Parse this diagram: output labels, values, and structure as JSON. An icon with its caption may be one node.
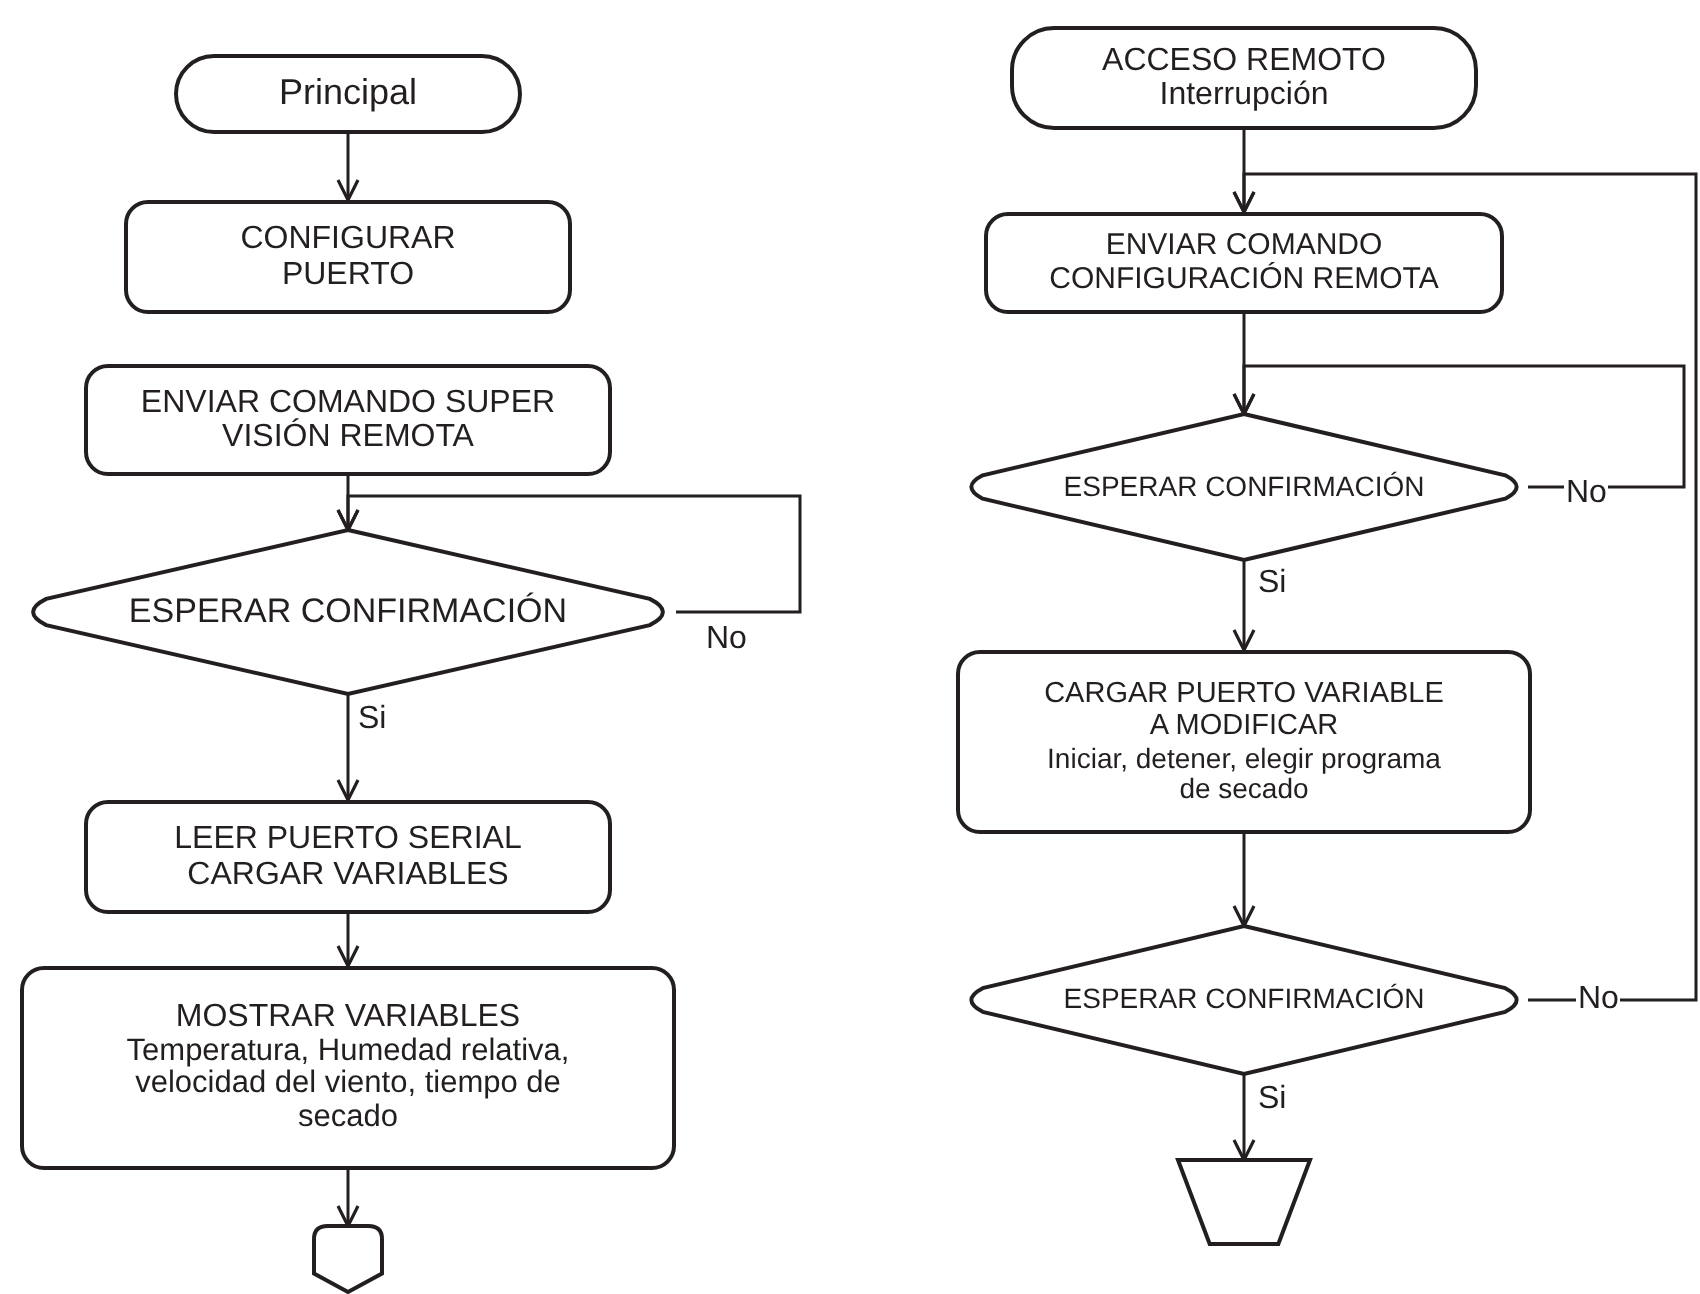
{
  "diagram": {
    "nodes": [
      {
        "text": [
          "Principal"
        ]
      },
      {
        "text": [
          "CONFIGURAR PUERTO"
        ]
      },
      {
        "text": [
          "ENVIAR COMANDO SUPER VISIÓN REMOTA"
        ]
      },
      {
        "text": [
          "ESPERAR CONFIRMACIÓN"
        ]
      },
      {
        "text": [
          "LEER PUERTO SERIAL CARGAR VARIABLES"
        ]
      },
      {
        "text": [
          "MOSTRAR VARIABLES",
          "Temperatura, Humedad relativa, velocidad del viento, tiempo de secado"
        ]
      },
      {
        "text": [],
        "shape": "pentagon"
      },
      {
        "text": [
          "ACCESO REMOTO",
          "Interrupción"
        ]
      },
      {
        "text": [
          "ENVIAR COMANDO CONFIGURACIÓN REMOTA"
        ]
      },
      {
        "text": [
          "ESPERAR CONFIRMACIÓN"
        ]
      },
      {
        "text": [
          "CARGAR PUERTO VARIABLE A MODIFICAR",
          "Iniciar, detener, elegir programa de secado"
        ]
      },
      {
        "text": [
          "ESPERAR CONFIRMACIÓN"
        ]
      },
      {
        "text": [],
        "shape": "trapezoid"
      }
    ],
    "edges": [
      {
        "from": 0,
        "to": 1,
        "arrow": "to"
      },
      {
        "from": 2,
        "to": 3,
        "arrow": "to"
      },
      {
        "from": 3,
        "to": 3,
        "label": "No",
        "arrow": "to"
      },
      {
        "from": 3,
        "to": 4,
        "label": "Si",
        "arrow": "to"
      },
      {
        "from": 4,
        "to": 5,
        "arrow": "to"
      },
      {
        "from": 5,
        "to": 6,
        "arrow": "to"
      },
      {
        "from": 7,
        "to": 8,
        "arrow": "to"
      },
      {
        "from": 8,
        "to": 9,
        "arrow": "to"
      },
      {
        "from": 9,
        "to": 9,
        "label": "No",
        "arrow": "to"
      },
      {
        "from": 9,
        "to": 10,
        "label": "Si",
        "arrow": "to"
      },
      {
        "from": 10,
        "to": 11,
        "arrow": "to"
      },
      {
        "from": 11,
        "to": 12,
        "label": "Si",
        "arrow": "to"
      },
      {
        "from": 11,
        "to": 8,
        "label": "No",
        "arrow": "to"
      }
    ]
  }
}
